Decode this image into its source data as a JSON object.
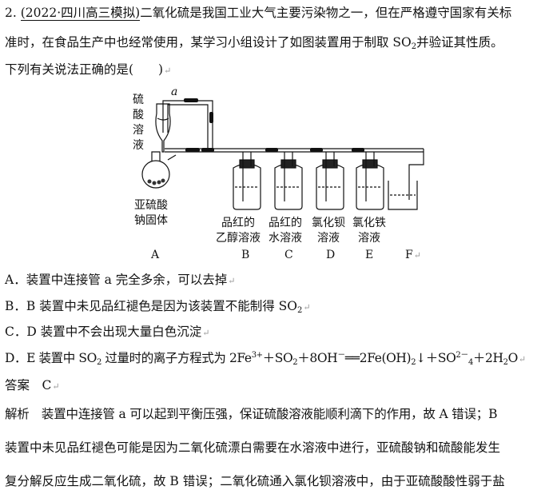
{
  "question": {
    "number": "2.",
    "source": "(2022·四川高三模拟)",
    "stem_line1": "二氧化硫是我国工业大气主要污染物之一，但在严格遵守国家有关标",
    "stem_line2a": "准时，在食品生产中也经常使用，某学习小组设计了如图装置用于制取 SO",
    "stem_line2b": "并验证其性质。",
    "stem_line3": "下列有关说法正确的是(　　)"
  },
  "figure": {
    "tube_label": "a",
    "funnel_label": [
      "硫",
      "酸",
      "溶",
      "液"
    ],
    "flask_label": [
      "亚硫酸",
      "钠固体"
    ],
    "bottle_labels": [
      [
        "品红的",
        "乙醇溶液"
      ],
      [
        "品红的",
        "水溶液"
      ],
      [
        "氯化钡",
        "溶液"
      ],
      [
        "氯化铁",
        "溶液"
      ]
    ],
    "letters": [
      "A",
      "B",
      "C",
      "D",
      "E",
      "F"
    ]
  },
  "options": {
    "A": "A．装置中连接管 a 完全多余，可以去掉",
    "B": "B．B 装置中未见品红褪色是因为该装置不能制得 SO",
    "C": "C．D 装置中不会出现大量白色沉淀",
    "D_prefix": "D．E 装置中 SO",
    "D_mid": " 过量时的离子方程式为 2Fe",
    "D_eq1": "＋SO",
    "D_eq2": "＋8OH",
    "D_eq3": "══2Fe(OH)",
    "D_eq4": "↓＋SO",
    "D_eq5": "＋2H",
    "D_eq6": "O"
  },
  "answer": {
    "label": "答案",
    "value": "C"
  },
  "analysis": {
    "label": "解析",
    "line1": "装置中连接管 a 可以起到平衡压强，保证硫酸溶液能顺利滴下的作用，故 A 错误；B",
    "line2": "装置中未见品红褪色可能是因为二氧化硫漂白需要在水溶液中进行，亚硫酸钠和硫酸能发生",
    "line3": "复分解反应生成二氧化硫，故 B 错误；二氧化硫通入氯化钡溶液中，由于亚硫酸酸性弱于盐"
  },
  "chem": {
    "two": "2",
    "four": "4",
    "three_plus": "3+",
    "minus": "－",
    "sulfate_charge": "2－"
  },
  "paragraph_mark": "↵"
}
